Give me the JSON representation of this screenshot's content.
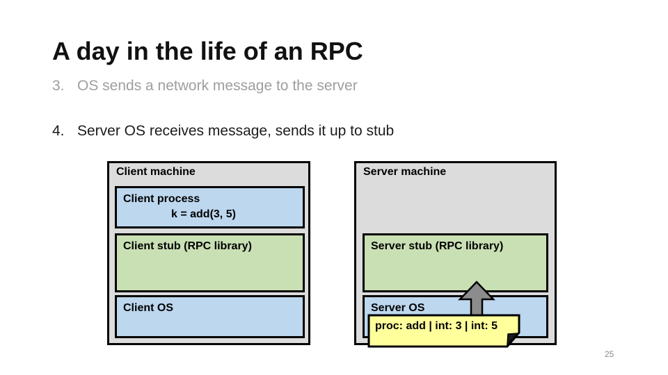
{
  "slide": {
    "title": "A day in the life of an RPC",
    "bullets": [
      {
        "number": "3.",
        "text": "OS sends a network message to the server"
      },
      {
        "number": "4.",
        "text": "Server OS receives message, sends it up to stub"
      }
    ],
    "page_number": "25"
  },
  "diagram": {
    "client_machine": {
      "label": "Client machine",
      "process_label": "Client process",
      "process_code": "k = add(3, 5)",
      "stub_label": "Client stub (RPC library)",
      "os_label": "Client OS"
    },
    "server_machine": {
      "label": "Server machine",
      "stub_label": "Server stub (RPC library)",
      "os_label": "Server OS"
    },
    "note": {
      "text": "proc: add | int: 3 | int: 5"
    },
    "arrow": {
      "direction": "up"
    }
  },
  "colors": {
    "machine_bg": "#dcdcdc",
    "layer_blue": "#bdd7ee",
    "layer_green": "#c9e0b4",
    "note_yellow": "#ffff9c",
    "arrow_gray": "#8c8c8c",
    "muted_bullet": "#9e9e9e"
  }
}
